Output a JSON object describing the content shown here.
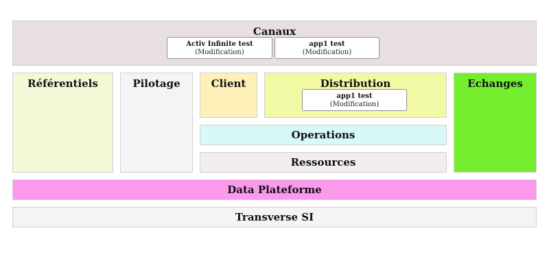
{
  "zones": {
    "canaux": {
      "title": "Canaux",
      "color": "#e8e0e0",
      "apps": [
        {
          "name": "Activ Infinite test",
          "status": "(Modification)"
        },
        {
          "name": "app1 test",
          "status": "(Modification)"
        }
      ]
    },
    "referentiels": {
      "title": "Référentiels",
      "color": "#f5f8d6"
    },
    "pilotage": {
      "title": "Pilotage",
      "color": "#f4f4f4"
    },
    "client": {
      "title": "Client",
      "color": "#fdf0b8"
    },
    "distribution": {
      "title": "Distribution",
      "color": "#f2f9a4",
      "apps": [
        {
          "name": "app1 test",
          "status": "(Modification)"
        }
      ]
    },
    "echanges": {
      "title": "Echanges",
      "color": "#74ee2e"
    },
    "operations": {
      "title": "Operations",
      "color": "#d9f8f8"
    },
    "ressources": {
      "title": "Ressources",
      "color": "#f3eeee"
    },
    "data_plateforme": {
      "title": "Data Plateforme",
      "color": "#fb9aec"
    },
    "transverse_si": {
      "title": "Transverse SI",
      "color": "#f4f4f4"
    }
  }
}
